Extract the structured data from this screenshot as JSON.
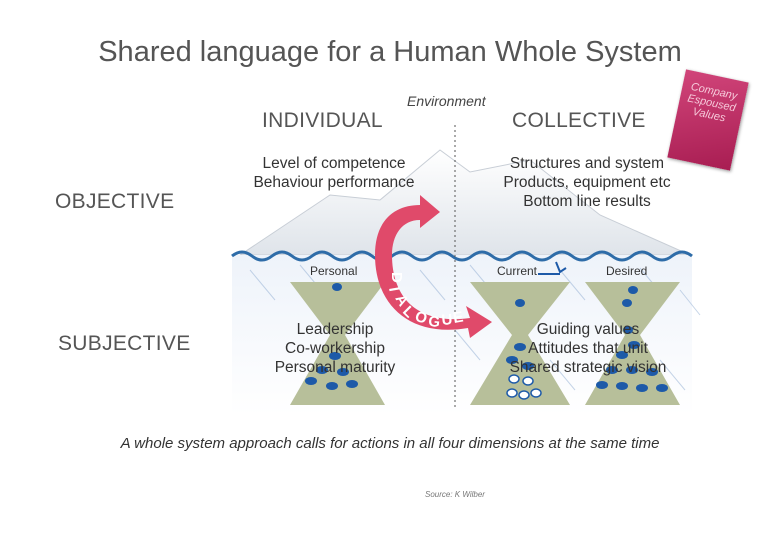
{
  "title": "Shared language for a Human Whole System",
  "environment_label": "Environment",
  "columns": {
    "individual": "INDIVIDUAL",
    "collective": "COLLECTIVE"
  },
  "rows": {
    "objective": "OBJECTIVE",
    "subjective": "SUBJECTIVE"
  },
  "quadrants": {
    "individual_objective": [
      "Level of competence",
      "Behaviour performance"
    ],
    "collective_objective": [
      "Structures and system",
      "Products, equipment etc",
      "Bottom line results"
    ],
    "individual_subjective": [
      "Leadership",
      "Co-workership",
      "Personal maturity"
    ],
    "collective_subjective": [
      "Guiding values",
      "Attitudes that unit",
      "Shared strategic vision"
    ]
  },
  "hourglass_labels": {
    "personal": "Personal",
    "current": "Current",
    "desired": "Desired"
  },
  "dialogue_letters": [
    "D",
    "I",
    "A",
    "L",
    "O",
    "G",
    "U",
    "E"
  ],
  "book_cover": {
    "lines": [
      "Company",
      "Espoused",
      "Values"
    ]
  },
  "footer": "A whole system approach calls for actions in all four dimensions at the same time",
  "source": "Source: K Wilber",
  "colors": {
    "water_line": "#2e6ca8",
    "iceberg": "#e6eaef",
    "hourglass": "#b7bf9a",
    "bead": "#1d5aa8",
    "arrow": "#e04a6a"
  }
}
